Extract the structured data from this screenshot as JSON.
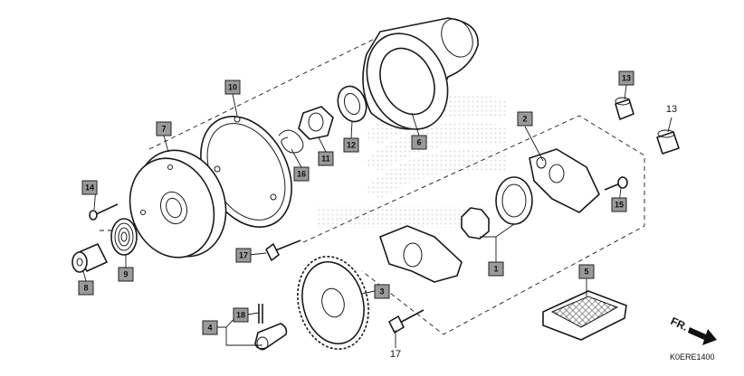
{
  "diagram_code": "K0ERE1400",
  "direction_label": "FR.",
  "callouts": {
    "c1": "1",
    "c2": "2",
    "c3": "3",
    "c4": "4",
    "c5": "5",
    "c6": "6",
    "c7": "7",
    "c8": "8",
    "c9": "9",
    "c10": "10",
    "c11": "11",
    "c12": "12",
    "c13_box": "13",
    "c13_plain": "13",
    "c14": "14",
    "c15": "15",
    "c16": "16",
    "c17_box": "17",
    "c17_plain": "17",
    "c18": "18"
  }
}
